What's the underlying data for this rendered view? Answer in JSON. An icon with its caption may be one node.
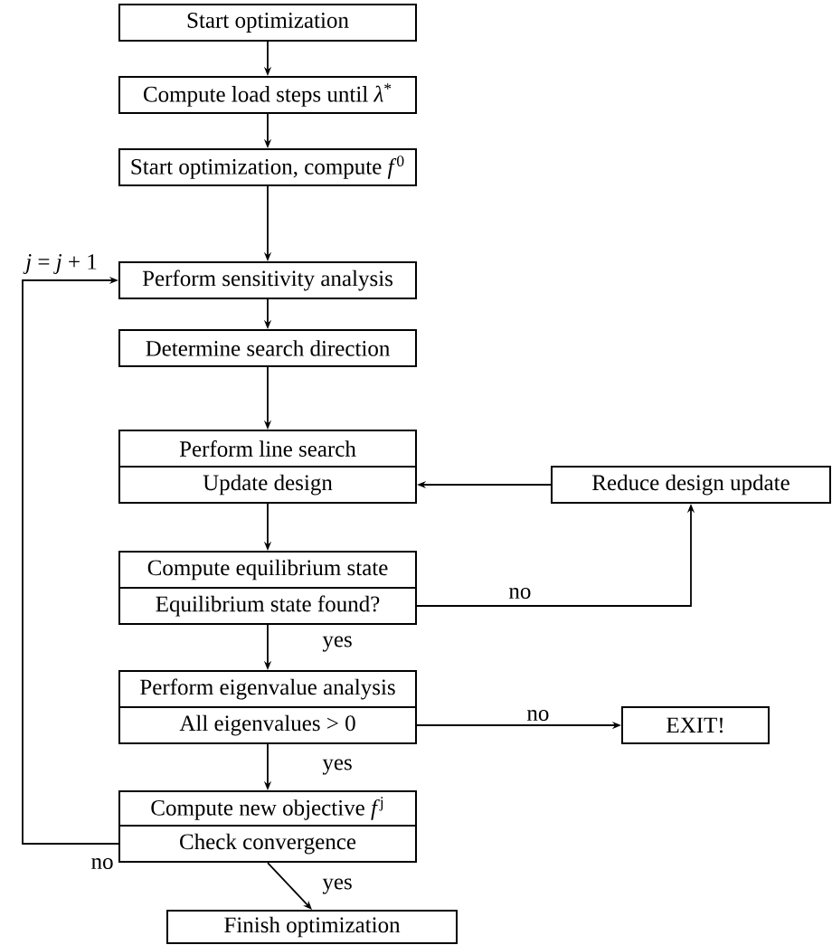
{
  "diagram": {
    "nodes": [
      {
        "text": [
          "Start optimization"
        ]
      },
      {
        "text": [
          "Compute load steps until *λ*$^{*}$"
        ]
      },
      {
        "text": [
          "Start optimization, compute *f*$^{0}$"
        ]
      },
      {
        "text": [
          "Perform sensitivity analysis"
        ]
      },
      {
        "text": [
          "Determine search direction"
        ]
      },
      {
        "text": [
          "Perform line search"
        ]
      },
      {
        "text": [
          "Update design"
        ]
      },
      {
        "text": [
          "Reduce design update"
        ]
      },
      {
        "text": [
          "Compute equilibrium state"
        ]
      },
      {
        "text": [
          "Equilibrium state found?"
        ]
      },
      {
        "text": [
          "Perform eigenvalue analysis"
        ]
      },
      {
        "text": [
          "All eigenvalues > 0"
        ]
      },
      {
        "text": [
          "EXIT!"
        ]
      },
      {
        "text": [
          "Compute new objective *f*$^{j}$"
        ]
      },
      {
        "text": [
          "Check convergence"
        ]
      },
      {
        "text": [
          "Finish optimization"
        ]
      }
    ],
    "edges": [
      {
        "from": 0,
        "to": 1,
        "arrow": "to"
      },
      {
        "from": 1,
        "to": 2,
        "arrow": "to"
      },
      {
        "from": 2,
        "to": 3,
        "arrow": "to"
      },
      {
        "from": 3,
        "to": 4,
        "arrow": "to"
      },
      {
        "from": 4,
        "to": 5,
        "arrow": "to"
      },
      {
        "from": 6,
        "to": 8,
        "arrow": "to"
      },
      {
        "from": 7,
        "to": 6,
        "arrow": "to"
      },
      {
        "from": 9,
        "to": 7,
        "arrow": "to",
        "label": "no"
      },
      {
        "from": 9,
        "to": 10,
        "arrow": "to",
        "label": "yes"
      },
      {
        "from": 11,
        "to": 12,
        "arrow": "to",
        "label": "no"
      },
      {
        "from": 11,
        "to": 13,
        "arrow": "to",
        "label": "yes"
      },
      {
        "from": 14,
        "to": 15,
        "arrow": "to",
        "label": "yes"
      },
      {
        "from": 14,
        "to": 3,
        "arrow": "to",
        "label": "no"
      }
    ],
    "labels": [
      "*j* = *j* + 1"
    ]
  }
}
